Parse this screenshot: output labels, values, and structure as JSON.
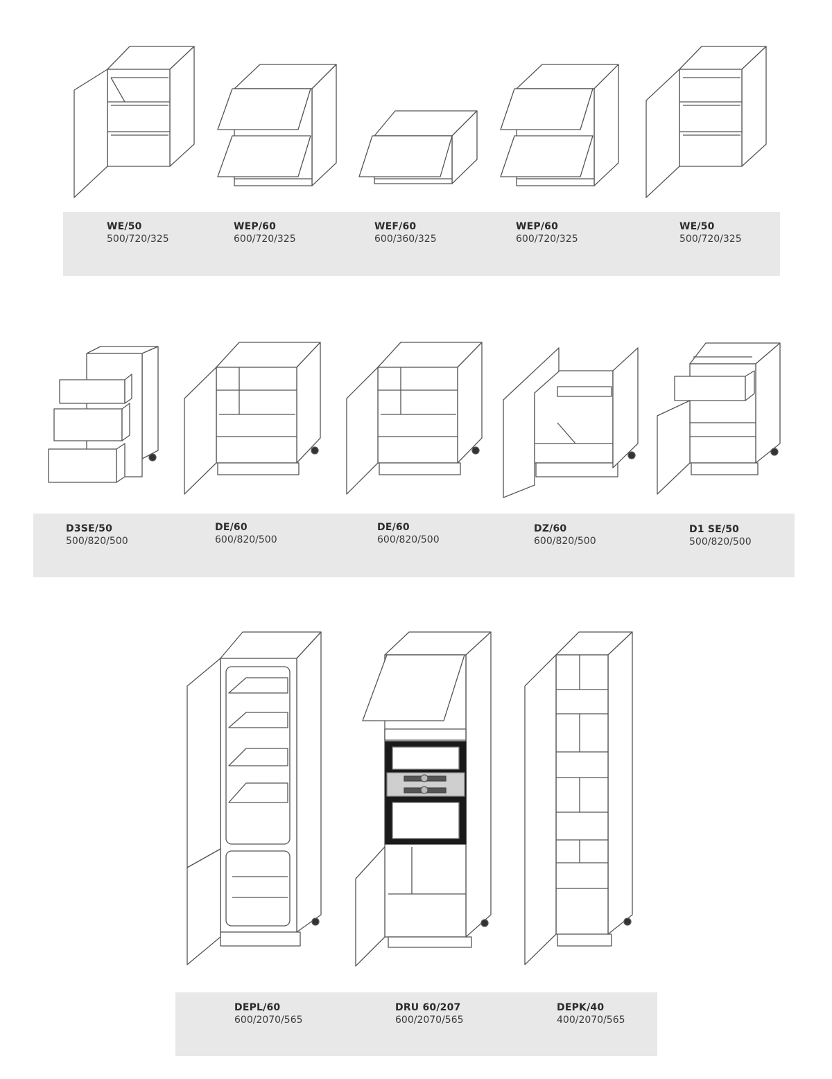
{
  "rows": [
    {
      "id": "wall",
      "items": [
        {
          "code": "WE/50",
          "dims": "500/720/325"
        },
        {
          "code": "WEP/60",
          "dims": "600/720/325"
        },
        {
          "code": "WEF/60",
          "dims": "600/360/325"
        },
        {
          "code": "WEP/60",
          "dims": "600/720/325"
        },
        {
          "code": "WE/50",
          "dims": "500/720/325"
        }
      ]
    },
    {
      "id": "base",
      "items": [
        {
          "code": "D3SE/50",
          "dims": "500/820/500"
        },
        {
          "code": "DE/60",
          "dims": "600/820/500"
        },
        {
          "code": "DE/60",
          "dims": "600/820/500"
        },
        {
          "code": "DZ/60",
          "dims": "600/820/500"
        },
        {
          "code": "D1 SE/50",
          "dims": "500/820/500"
        }
      ]
    },
    {
      "id": "tall",
      "items": [
        {
          "code": "DEPL/60",
          "dims": "600/2070/565"
        },
        {
          "code": "DRU 60/207",
          "dims": "600/2070/565"
        },
        {
          "code": "DEPK/40",
          "dims": "400/2070/565"
        }
      ]
    }
  ],
  "colors": {
    "panel": "#e8e8e8",
    "line": "#555555",
    "text": "#2b2b2b"
  }
}
